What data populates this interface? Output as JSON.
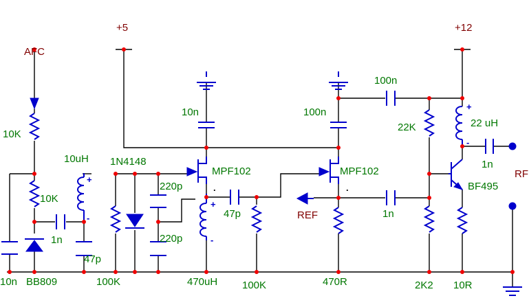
{
  "rails": {
    "v5": "+5",
    "v12": "+12"
  },
  "signals": {
    "afc": "AFC",
    "ref": "REF",
    "rf": "RF"
  },
  "components": {
    "r_afc": "10K",
    "r_bias": "10K",
    "c_bypass_left": "10n",
    "varicap": "BB809",
    "c_1n_left": "1n",
    "l_10uh": "10uH",
    "c_47p_left": "47p",
    "diode": "1N4148",
    "r_100k_left": "100K",
    "c_220p_top": "220p",
    "c_220p_bot": "220p",
    "l_470uh": "470uH",
    "c_10n_dec": "10n",
    "jfet1": "MPF102",
    "c_47p_mid": "47p",
    "r_100k_mid": "100K",
    "c_100n_dec": "100n",
    "jfet2": "MPF102",
    "r_470r": "470R",
    "c_1n_mid": "1n",
    "c_100n_fb": "100n",
    "r_22k": "22K",
    "r_2k2": "2K2",
    "l_22uh": "22 uH",
    "transistor": "BF495",
    "c_1n_out": "1n",
    "r_10r": "10R"
  },
  "marks": {
    "plus": "+",
    "minus": "-",
    "dot": "."
  }
}
